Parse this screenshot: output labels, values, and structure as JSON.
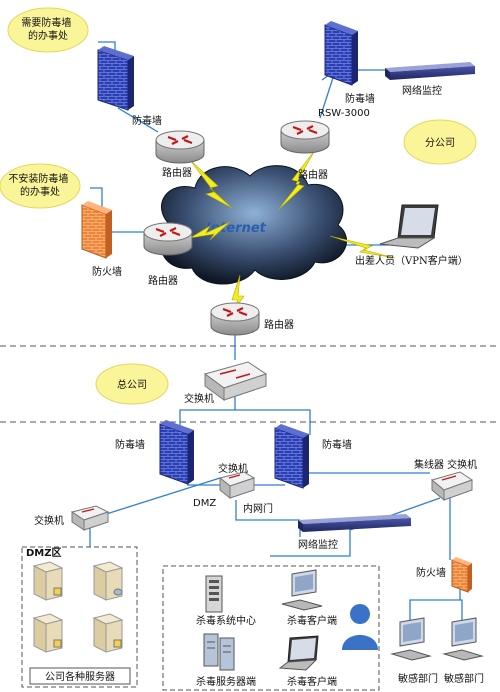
{
  "diagram": {
    "callouts": {
      "need_office": "需要防毒墙\n的办事处",
      "no_install_office": "不安装防毒墙\n的办事处",
      "branch": "分公司",
      "hq": "总公司"
    },
    "cloud_label": "Internet",
    "nodes": {
      "antivirus_wall_top_left": "防毒墙",
      "antivirus_wall_top_right": "防毒墙",
      "rsw": "RSW-3000",
      "net_monitor_top": "网络监控",
      "router_1": "路由器",
      "router_2": "路由器",
      "router_3": "路由器",
      "router_4": "路由器",
      "firewall_left": "防火墙",
      "laptop_vpn": "出差人员（VPN客户端）",
      "switch_hq": "交换机",
      "antivirus_wall_mid_left": "防毒墙",
      "antivirus_wall_mid_right": "防毒墙",
      "switch_dmz_core": "交换机",
      "dmz": "DMZ",
      "intranet_gate": "内网门",
      "net_monitor_bottom": "网络监控",
      "hub_switch": "集线器 交换机",
      "switch_dmz": "交换机",
      "dmz_zone": "DMZ区",
      "servers_caption": "公司各种服务器",
      "av_center": "杀毒系统中心",
      "av_client_1": "杀毒客户端",
      "av_server": "杀毒服务器端",
      "av_client_2": "杀毒客户端",
      "firewall_right": "防火墙",
      "sensitive_1": "敏感部门",
      "sensitive_2": "敏感部门"
    }
  },
  "colors": {
    "link": "#2f7fd8",
    "lightning": "#f2ec1a",
    "callout": "#fbf59a",
    "firewall_blue": "#2a3fa8",
    "firewall_orange": "#f08a3a"
  },
  "icons": [
    "router-icon",
    "firewall-icon",
    "switch-icon",
    "server-icon",
    "laptop-icon",
    "monitor-device-icon",
    "pc-icon",
    "user-icon",
    "cloud-icon",
    "lightning-icon"
  ]
}
